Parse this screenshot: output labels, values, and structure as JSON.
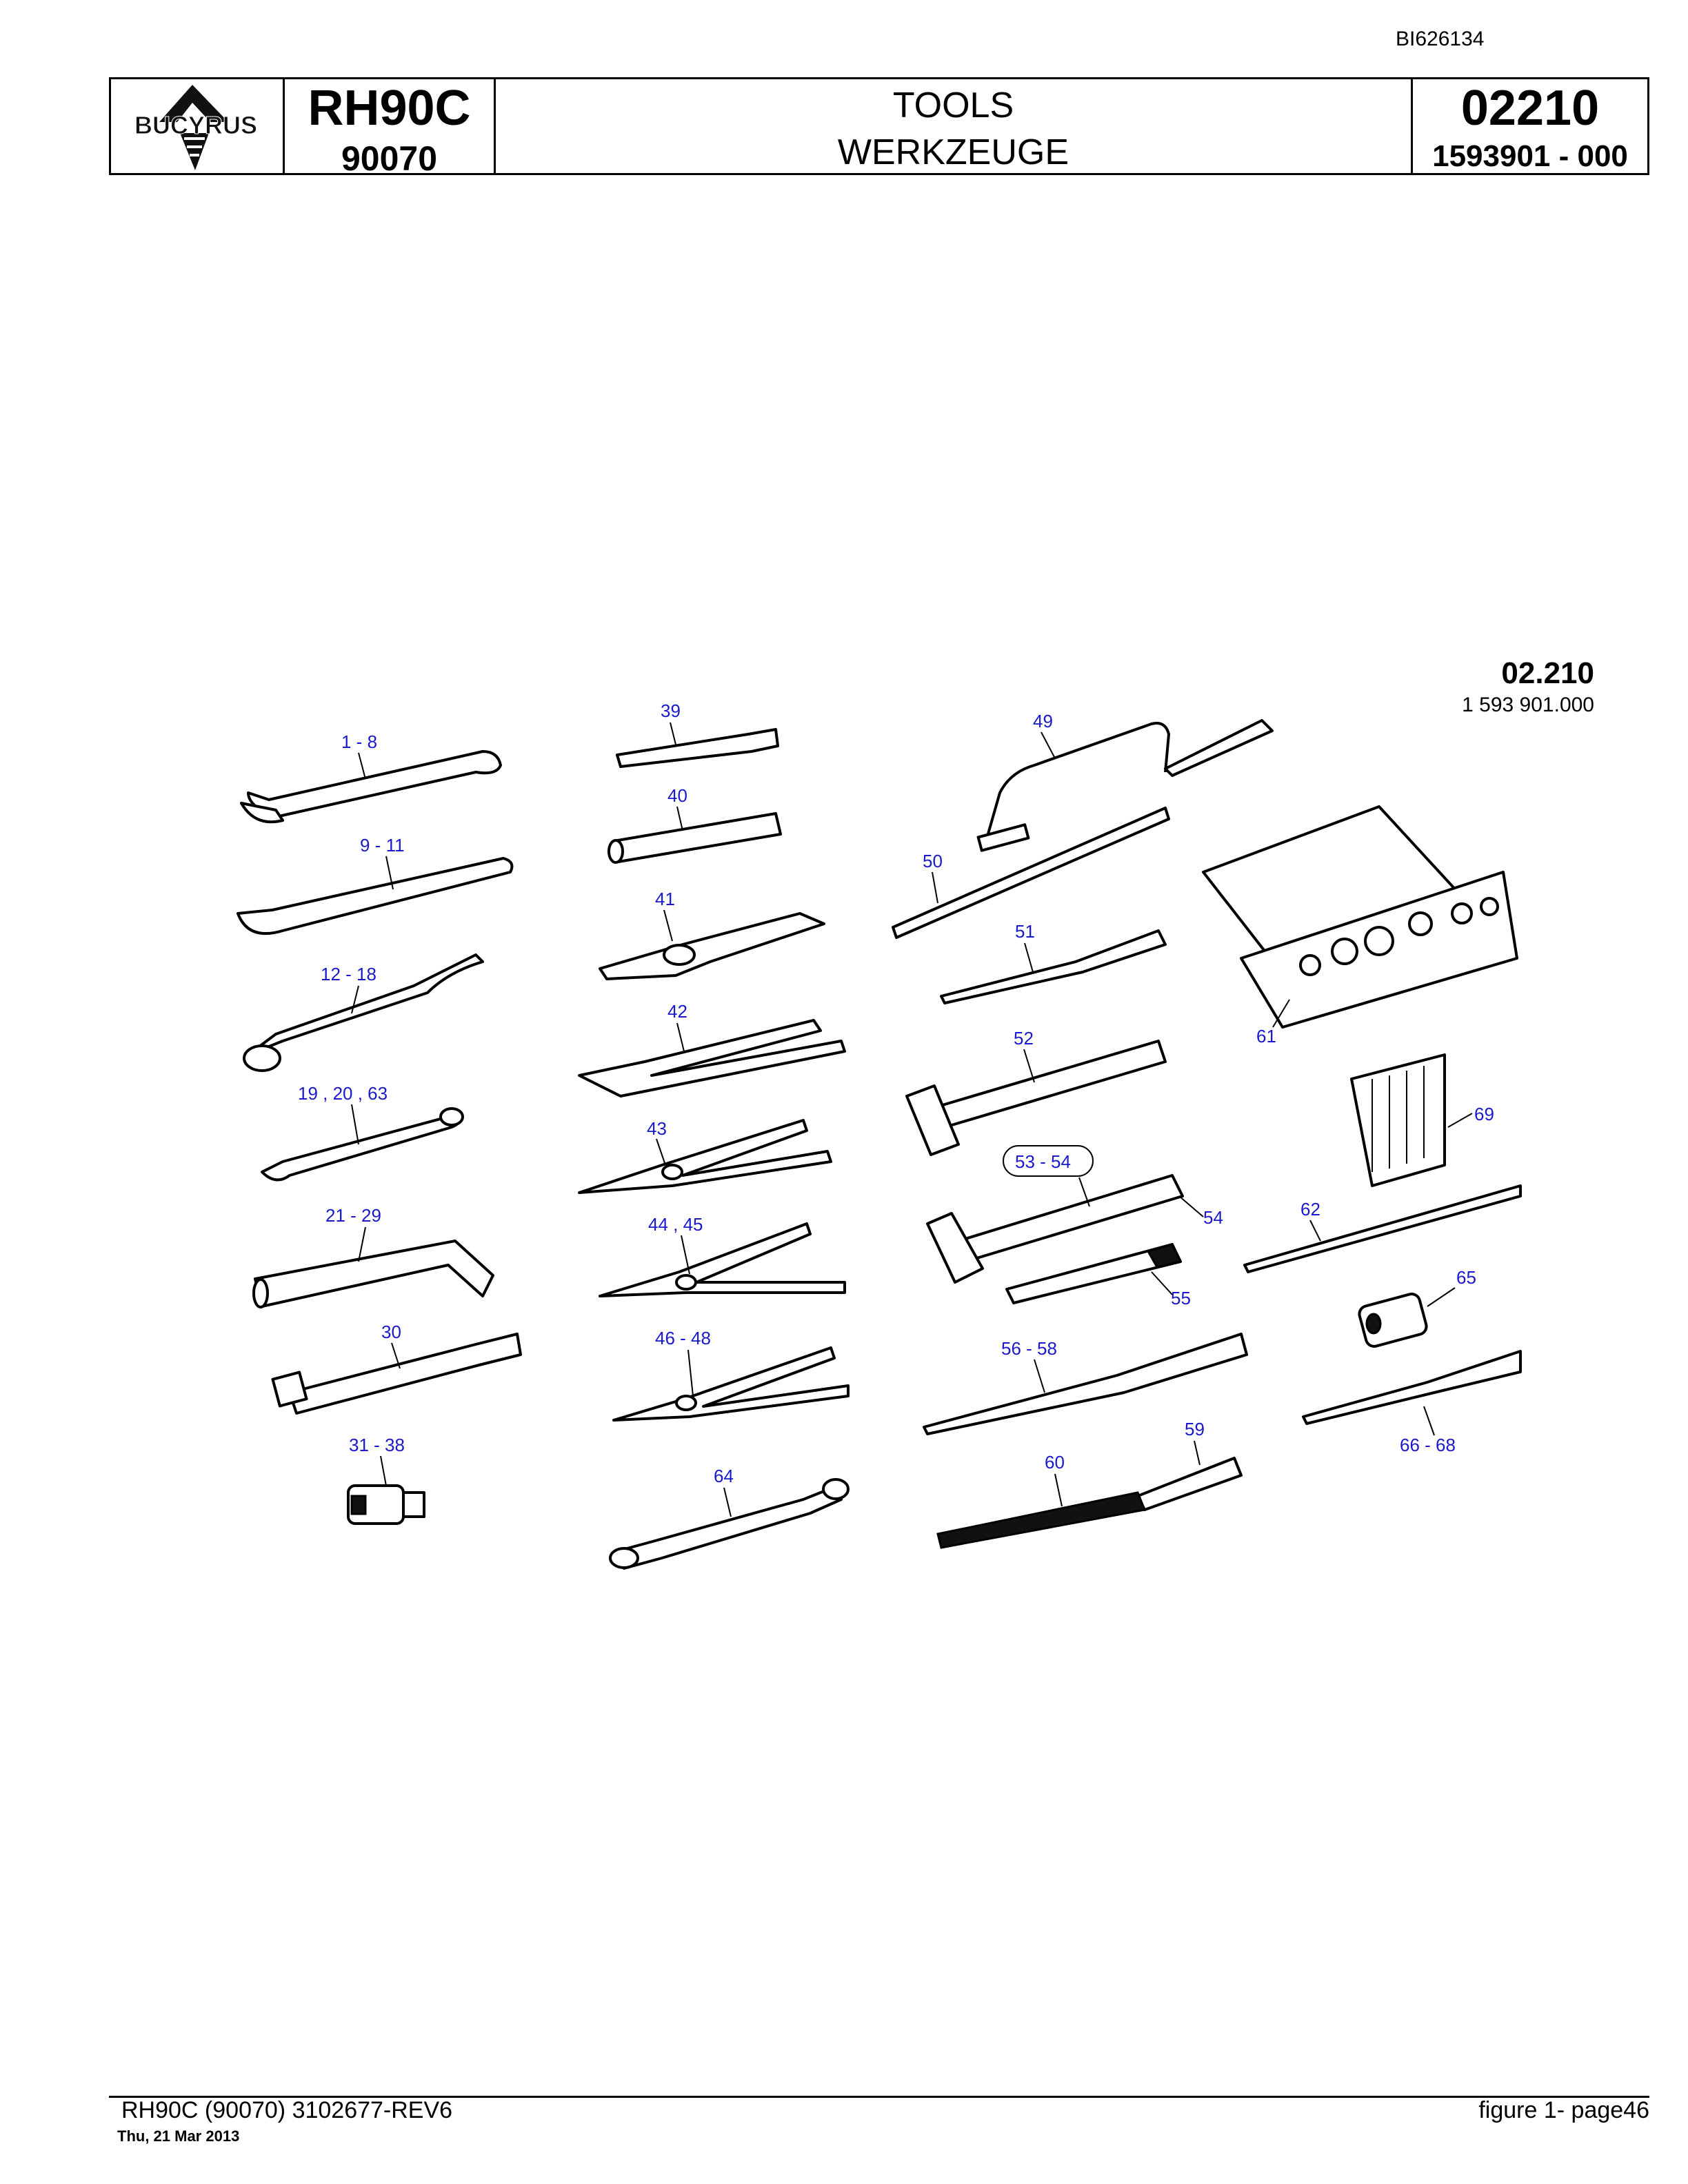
{
  "doc_id": "BI626134",
  "header": {
    "logo_text": "BUCYRUS",
    "model": "RH90C",
    "serial": "90070",
    "title_en": "TOOLS",
    "title_de": "WERKZEUGE",
    "group_no": "02210",
    "part_no": "1593901  - 000"
  },
  "figure": {
    "group": "02.210",
    "part": "1 593 901.000",
    "callouts": [
      "1 - 8",
      "9 - 11",
      "12 - 18",
      "19 , 20 , 63",
      "21 - 29",
      "30",
      "31 - 38",
      "39",
      "40",
      "41",
      "42",
      "43",
      "44 , 45",
      "46 - 48",
      "64",
      "49",
      "50",
      "51",
      "52",
      "53 - 54",
      "54",
      "55",
      "56 - 58",
      "59",
      "60",
      "61",
      "69",
      "62",
      "65",
      "66 - 68"
    ]
  },
  "footer": {
    "left": "RH90C (90070) 3102677-REV6",
    "date": "Thu, 21 Mar 2013",
    "right": "figure  1- page46"
  }
}
